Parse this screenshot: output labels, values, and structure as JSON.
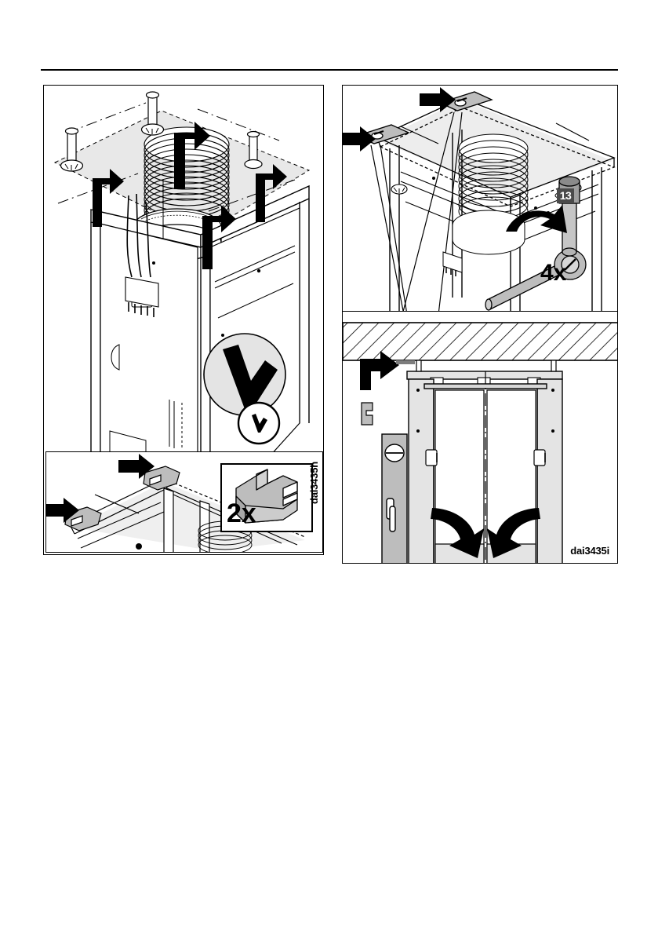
{
  "document": {
    "kind": "installation-instruction-figure-page",
    "background_color": "#ffffff",
    "rule_color": "#000000"
  },
  "panels": [
    {
      "id": "panel-left",
      "caption": "dai3435h",
      "caption_orientation": "vertical",
      "description": "Isometric view of appliance top frame with ceiling plate, flexible duct and fixing screws",
      "callouts": [
        {
          "name": "screw-top-center",
          "type": "screw-with-washer"
        },
        {
          "name": "screw-left",
          "type": "screw-with-washer"
        },
        {
          "name": "screw-right",
          "type": "screw-with-washer"
        },
        {
          "name": "arrow-up-1",
          "type": "bent-arrow-up"
        },
        {
          "name": "arrow-up-2",
          "type": "bent-arrow-up"
        },
        {
          "name": "arrow-up-3",
          "type": "bent-arrow-up"
        },
        {
          "name": "arrow-up-4",
          "type": "bent-arrow-up"
        },
        {
          "name": "detail-magnifier",
          "type": "check-circle-callout"
        }
      ]
    },
    {
      "id": "panel-right-top",
      "caption": "",
      "description": "Isometric view showing cover plates being fitted and nuts tightened with socket wrench",
      "tool": {
        "name": "socket-wrench",
        "size_label": "13",
        "size_badge_color": "#4a4a4a",
        "rotation": "clockwise"
      },
      "quantity_label": "4x"
    },
    {
      "id": "panel-right-bottom",
      "caption": "dai3435i",
      "description": "Front elevation of appliance under hatched ceiling slab with spirit level and door alignment arrows",
      "callouts": [
        {
          "name": "arrow-right-insert",
          "type": "bent-arrow-right"
        },
        {
          "name": "spirit-level",
          "type": "level-tool"
        },
        {
          "name": "alignment-arrow-left",
          "type": "curved-arrow"
        },
        {
          "name": "alignment-arrow-right",
          "type": "curved-arrow"
        },
        {
          "name": "center-line",
          "type": "dash-dot-centerline"
        }
      ]
    }
  ],
  "insets": [
    {
      "id": "inset-clips",
      "description": "Enlarged view of retaining clips being pushed onto the frame rail",
      "parent_panel": "panel-left"
    },
    {
      "id": "inset-part",
      "description": "Isometric detail of the retaining clip component",
      "quantity_label": "2x",
      "part_color": "#b5b5b5"
    }
  ],
  "labels": {
    "quantity_clips": "2x",
    "quantity_nuts": "4x",
    "socket_size": "13",
    "figure_left": "dai3435h",
    "figure_right": "dai3435i"
  },
  "colors": {
    "line": "#000000",
    "light_fill": "#e8e8e8",
    "mid_fill": "#c9c9c9",
    "part_grey": "#b5b5b5",
    "dark_badge": "#4a4a4a"
  }
}
